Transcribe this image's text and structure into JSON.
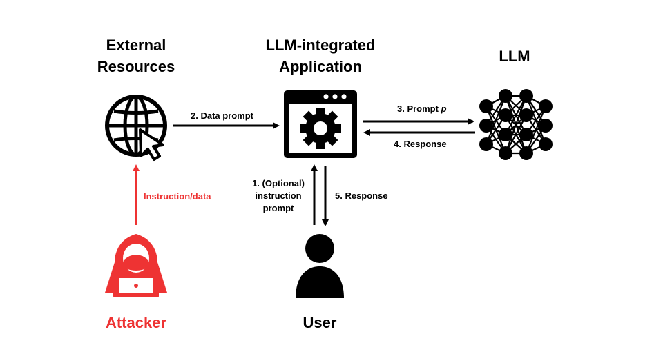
{
  "nodes": {
    "external_resources": "External\nResources",
    "application": "LLM-integrated\nApplication",
    "llm": "LLM",
    "attacker": "Attacker",
    "user": "User"
  },
  "edges": {
    "data_prompt": "2. Data prompt",
    "prompt_p_prefix": "3. Prompt ",
    "prompt_p_var": "p",
    "response_llm": "4. Response",
    "instruction_prompt": "1. (Optional)\ninstruction\nprompt",
    "response_user": "5. Response",
    "attacker_instruction": "Instruction/data"
  },
  "colors": {
    "attacker": "#ee3333",
    "default": "#000000"
  },
  "icons": {
    "external_resources": "globe-cursor-icon",
    "application": "app-window-gear-icon",
    "llm": "neural-network-icon",
    "attacker": "hooded-hacker-laptop-icon",
    "user": "person-icon"
  }
}
